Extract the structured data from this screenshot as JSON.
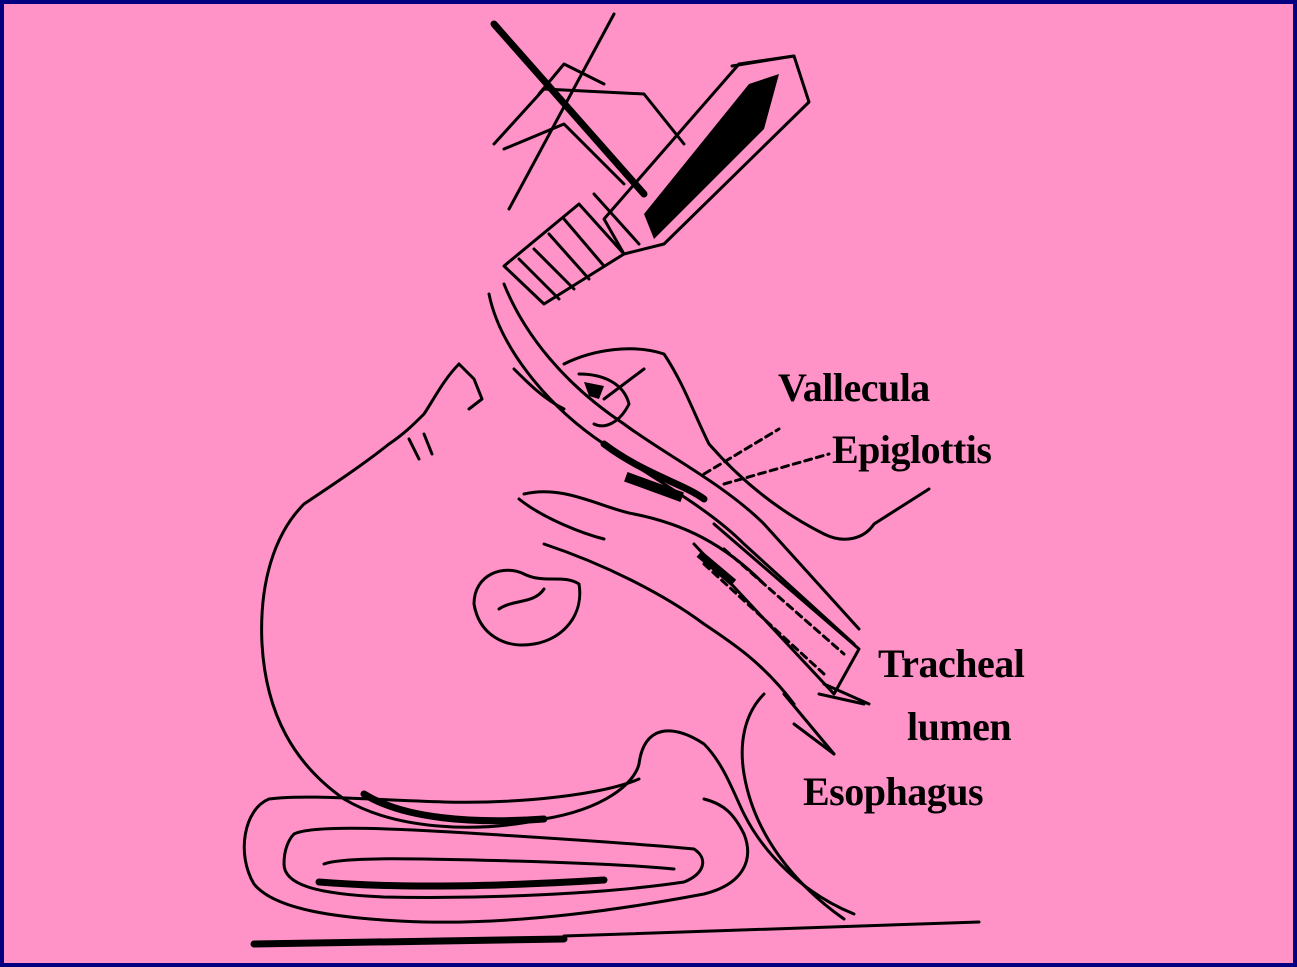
{
  "diagram": {
    "background_color": "#ff92c7",
    "border_color": "#000080",
    "line_color": "#000000",
    "labels": {
      "vallecula": "Vallecula",
      "epiglottis": "Epiglottis",
      "tracheal": "Tracheal",
      "lumen": "lumen",
      "esophagus": "Esophagus"
    }
  }
}
